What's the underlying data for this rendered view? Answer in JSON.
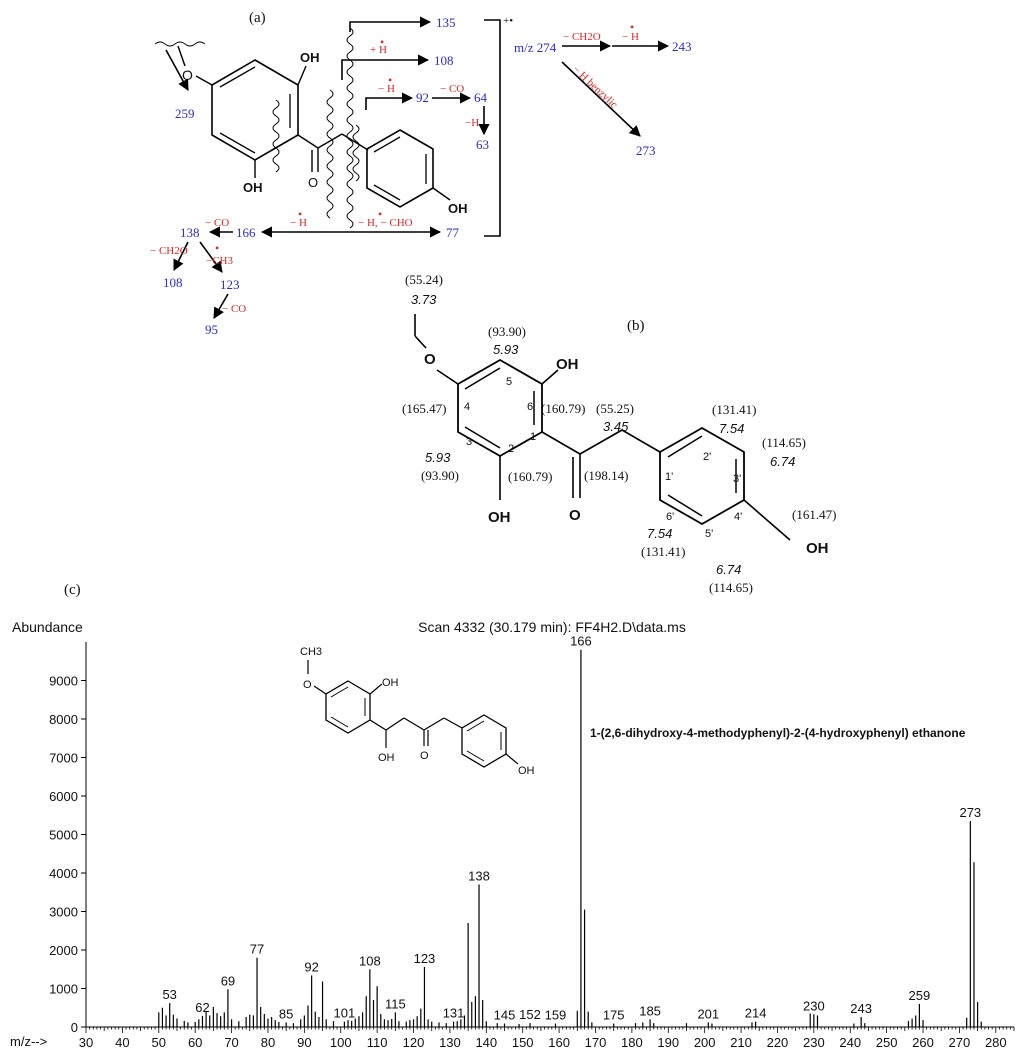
{
  "panels": {
    "a": "(a)",
    "b": "(b)",
    "c": "(c)"
  },
  "scheme_a": {
    "mz_label": "m/z 274",
    "radical_mark": "+•",
    "atoms": {
      "o": "O",
      "oh1": "OH",
      "oh2": "OH",
      "oh3": "OH",
      "carbonyl": "O"
    },
    "fragments": {
      "f259": "259",
      "f135": "135",
      "f108a": "108",
      "f92": "92",
      "f64": "64",
      "f63": "63",
      "f166": "166",
      "f77": "77",
      "f138": "138",
      "f108b": "108",
      "f123": "123",
      "f95": "95",
      "f243": "243",
      "f273": "273"
    },
    "losses": {
      "plusH": "+ H",
      "minusH92": "− H",
      "minusCO64": "− CO",
      "minusH63": "−H",
      "minusH166": "− H",
      "minusHCHO77": "− H, − CHO",
      "minusCO138": "− CO",
      "minusCH2O108": "− CH2O",
      "minusCH3": "−CH3",
      "minusCO95": "− CO",
      "minusCH2O243": "− CH2O",
      "minusH243": "− H",
      "minusHbenzylic": "− H benzylic"
    }
  },
  "structure_b": {
    "ome_c": "(55.24)",
    "ome_h": "3.73",
    "c5_c": "(93.90)",
    "c5_h": "5.93",
    "c4_c": "(165.47)",
    "c6_c": "(160.79)",
    "c3_h": "5.93",
    "c3_c": "(93.90)",
    "c2_c": "(160.79)",
    "ch2_c": "(55.25)",
    "ch2_h": "3.45",
    "co_c": "(198.14)",
    "c2p_c": "(131.41)",
    "c2p_h": "7.54",
    "c3p_c": "(114.65)",
    "c3p_h": "6.74",
    "c4p_c": "(161.47)",
    "c6p_h": "7.54",
    "c6p_c": "(131.41)",
    "c5p_h": "6.74",
    "c5p_c": "(114.65)",
    "nums": {
      "n1": "1",
      "n2": "2",
      "n3": "3",
      "n4": "4",
      "n5": "5",
      "n6": "6",
      "n1p": "1'",
      "n2p": "2'",
      "n3p": "3'",
      "n4p": "4'",
      "n5p": "5'",
      "n6p": "6'"
    },
    "atoms": {
      "o_methoxy": "O",
      "oh_top": "OH",
      "oh_bottom": "OH",
      "o_carbonyl": "O",
      "oh_right": "OH"
    }
  },
  "chart_data": {
    "type": "bar",
    "title": "Scan 4332 (30.179 min): FF4H2.D\\data.ms",
    "ylabel": "Abundance",
    "xlabel": "m/z-->",
    "xlim": [
      30,
      285
    ],
    "ylim": [
      0,
      10000
    ],
    "xticks": [
      30,
      40,
      50,
      60,
      70,
      80,
      90,
      100,
      110,
      120,
      130,
      140,
      150,
      160,
      170,
      180,
      190,
      200,
      210,
      220,
      230,
      240,
      250,
      260,
      270,
      280
    ],
    "yticks": [
      0,
      1000,
      2000,
      3000,
      4000,
      5000,
      6000,
      7000,
      8000,
      9000
    ],
    "compound_name": "1-(2,6-dihydroxy-4-methodyphenyl)-2-(4-hydroxyphenyl) ethanone",
    "structure_labels": {
      "ch3": "CH3",
      "o": "O",
      "oh1": "OH",
      "oh2": "OH",
      "oh3": "OH",
      "keto": "O"
    },
    "peaks": [
      [
        50,
        380
      ],
      [
        51,
        500
      ],
      [
        52,
        300
      ],
      [
        53,
        620
      ],
      [
        54,
        320
      ],
      [
        55,
        220
      ],
      [
        57,
        160
      ],
      [
        58,
        120
      ],
      [
        60,
        130
      ],
      [
        61,
        200
      ],
      [
        62,
        290
      ],
      [
        63,
        420
      ],
      [
        64,
        300
      ],
      [
        65,
        520
      ],
      [
        66,
        360
      ],
      [
        67,
        280
      ],
      [
        68,
        380
      ],
      [
        69,
        980
      ],
      [
        70,
        200
      ],
      [
        72,
        150
      ],
      [
        74,
        260
      ],
      [
        75,
        320
      ],
      [
        76,
        300
      ],
      [
        77,
        1800
      ],
      [
        78,
        520
      ],
      [
        79,
        340
      ],
      [
        80,
        220
      ],
      [
        81,
        260
      ],
      [
        82,
        180
      ],
      [
        83,
        130
      ],
      [
        85,
        120
      ],
      [
        87,
        100
      ],
      [
        89,
        200
      ],
      [
        90,
        300
      ],
      [
        91,
        560
      ],
      [
        92,
        1340
      ],
      [
        93,
        400
      ],
      [
        94,
        260
      ],
      [
        95,
        1180
      ],
      [
        96,
        200
      ],
      [
        98,
        150
      ],
      [
        101,
        140
      ],
      [
        102,
        180
      ],
      [
        103,
        160
      ],
      [
        104,
        220
      ],
      [
        105,
        280
      ],
      [
        106,
        380
      ],
      [
        107,
        800
      ],
      [
        108,
        1500
      ],
      [
        109,
        700
      ],
      [
        110,
        1060
      ],
      [
        111,
        340
      ],
      [
        112,
        200
      ],
      [
        113,
        180
      ],
      [
        114,
        210
      ],
      [
        115,
        380
      ],
      [
        116,
        150
      ],
      [
        118,
        140
      ],
      [
        119,
        180
      ],
      [
        120,
        200
      ],
      [
        121,
        280
      ],
      [
        122,
        480
      ],
      [
        123,
        1560
      ],
      [
        124,
        200
      ],
      [
        125,
        140
      ],
      [
        127,
        120
      ],
      [
        129,
        100
      ],
      [
        131,
        140
      ],
      [
        132,
        150
      ],
      [
        133,
        200
      ],
      [
        134,
        300
      ],
      [
        135,
        2700
      ],
      [
        136,
        650
      ],
      [
        137,
        800
      ],
      [
        138,
        3700
      ],
      [
        139,
        700
      ],
      [
        140,
        150
      ],
      [
        143,
        100
      ],
      [
        145,
        90
      ],
      [
        149,
        80
      ],
      [
        152,
        100
      ],
      [
        159,
        90
      ],
      [
        165,
        420
      ],
      [
        166,
        9800
      ],
      [
        167,
        3050
      ],
      [
        168,
        400
      ],
      [
        169,
        120
      ],
      [
        175,
        90
      ],
      [
        181,
        100
      ],
      [
        183,
        120
      ],
      [
        185,
        200
      ],
      [
        186,
        100
      ],
      [
        195,
        100
      ],
      [
        201,
        120
      ],
      [
        202,
        90
      ],
      [
        213,
        120
      ],
      [
        214,
        140
      ],
      [
        229,
        350
      ],
      [
        230,
        330
      ],
      [
        231,
        300
      ],
      [
        241,
        90
      ],
      [
        243,
        260
      ],
      [
        244,
        100
      ],
      [
        256,
        160
      ],
      [
        257,
        220
      ],
      [
        258,
        300
      ],
      [
        259,
        600
      ],
      [
        260,
        180
      ],
      [
        272,
        240
      ],
      [
        273,
        5350
      ],
      [
        274,
        4280
      ],
      [
        275,
        650
      ],
      [
        276,
        140
      ]
    ],
    "peak_labels": [
      {
        "mz": 53,
        "label": "53",
        "y": 620
      },
      {
        "mz": 62,
        "label": "62",
        "y": 290
      },
      {
        "mz": 69,
        "label": "69",
        "y": 980
      },
      {
        "mz": 77,
        "label": "77",
        "y": 1800
      },
      {
        "mz": 85,
        "label": "85",
        "y": 120
      },
      {
        "mz": 92,
        "label": "92",
        "y": 1340
      },
      {
        "mz": 101,
        "label": "101",
        "y": 140
      },
      {
        "mz": 108,
        "label": "108",
        "y": 1500
      },
      {
        "mz": 115,
        "label": "115",
        "y": 380
      },
      {
        "mz": 123,
        "label": "123",
        "y": 1560
      },
      {
        "mz": 131,
        "label": "131",
        "y": 140
      },
      {
        "mz": 138,
        "label": "138",
        "y": 3700
      },
      {
        "mz": 145,
        "label": "145",
        "y": 90
      },
      {
        "mz": 152,
        "label": "152",
        "y": 100
      },
      {
        "mz": 159,
        "label": "159",
        "y": 90
      },
      {
        "mz": 166,
        "label": "166",
        "y": 9800
      },
      {
        "mz": 175,
        "label": "175",
        "y": 90
      },
      {
        "mz": 185,
        "label": "185",
        "y": 200
      },
      {
        "mz": 201,
        "label": "201",
        "y": 120
      },
      {
        "mz": 214,
        "label": "214",
        "y": 140
      },
      {
        "mz": 230,
        "label": "230",
        "y": 330
      },
      {
        "mz": 243,
        "label": "243",
        "y": 260
      },
      {
        "mz": 259,
        "label": "259",
        "y": 600
      },
      {
        "mz": 273,
        "label": "273",
        "y": 5350
      }
    ]
  }
}
